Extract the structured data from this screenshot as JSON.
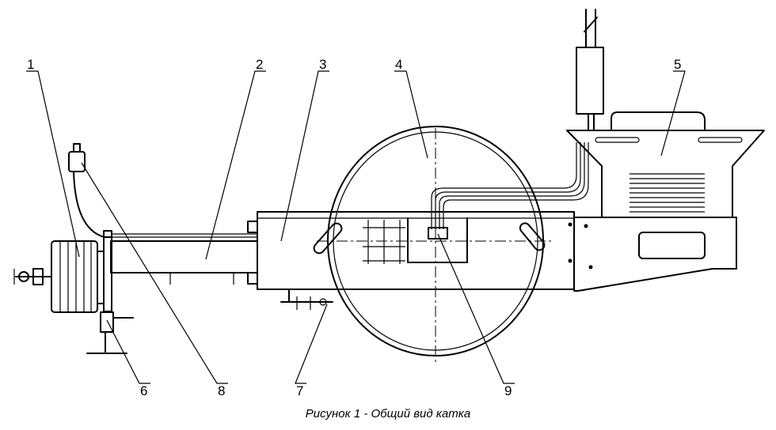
{
  "figure": {
    "caption": "Рисунок 1 - Общий вид катка",
    "callouts": [
      "1",
      "2",
      "3",
      "4",
      "5",
      "6",
      "7",
      "8",
      "9"
    ]
  }
}
